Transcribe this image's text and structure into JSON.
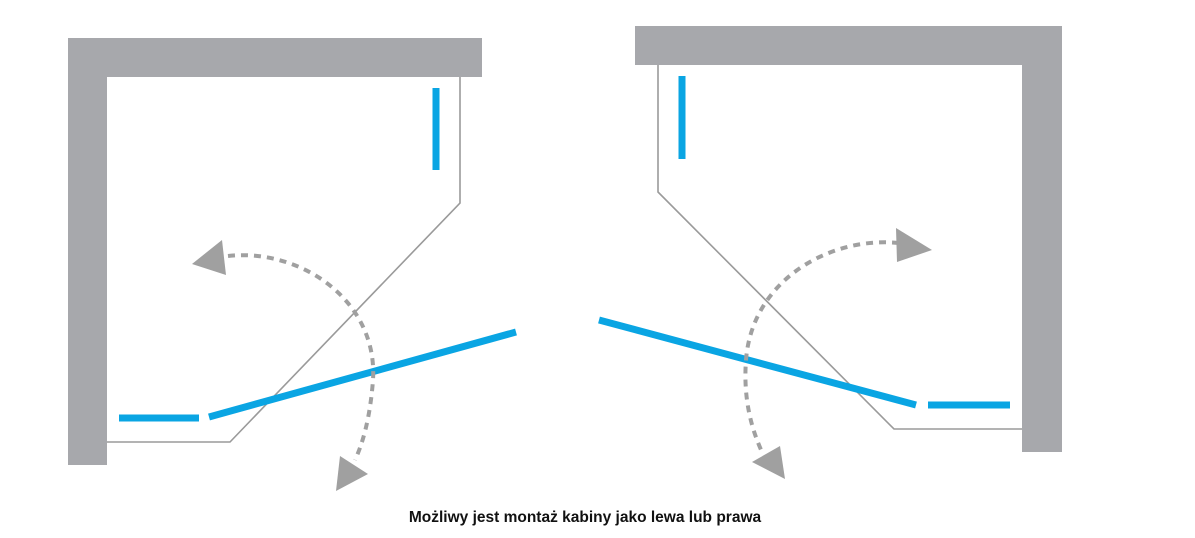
{
  "caption": "Możliwy jest montaż kabiny jako lewa lub prawa",
  "colors": {
    "wall": "#a7a8ac",
    "glass": "#0aa5e3",
    "outline": "#9a9a9a",
    "arrow": "#a0a0a0",
    "text": "#111111"
  },
  "diagram": {
    "variants": [
      "left-install",
      "right-install"
    ]
  }
}
